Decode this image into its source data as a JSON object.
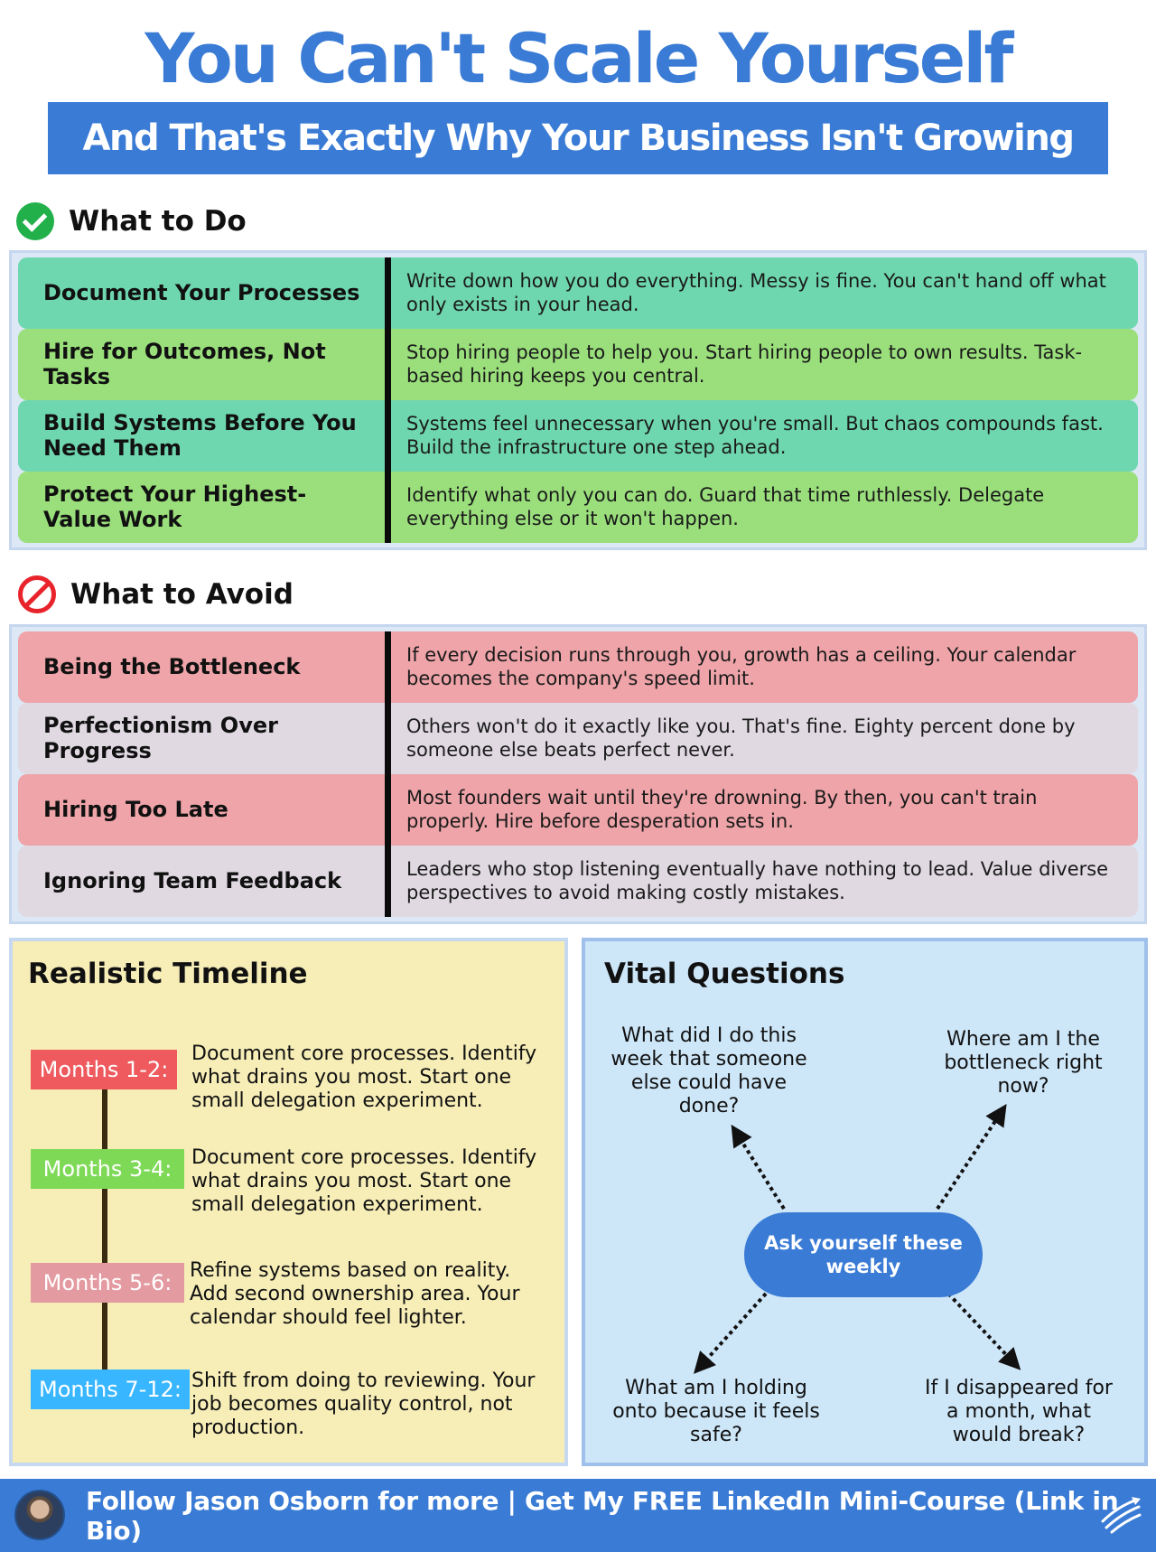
{
  "header": {
    "title": "You Can't Scale Yourself",
    "subtitle": "And That's Exactly Why Your Business Isn't Growing"
  },
  "do_section": {
    "heading": "What to Do",
    "icon": "check-circle-icon",
    "rows": [
      {
        "label": "Document Your Processes",
        "text": "Write down how you do everything. Messy is fine. You can't hand off what only exists in your head.",
        "color": "#6fd7b0"
      },
      {
        "label": "Hire for Outcomes, Not Tasks",
        "text": "Stop hiring people to help you. Start hiring people to own results. Task-based hiring keeps you central.",
        "color": "#9adf7c"
      },
      {
        "label": "Build Systems Before You Need Them",
        "text": "Systems feel unnecessary when you're small. But chaos compounds fast. Build the infrastructure one step ahead.",
        "color": "#6fd7b0"
      },
      {
        "label": "Protect Your Highest-Value Work",
        "text": "Identify what only you can do. Guard that time ruthlessly. Delegate everything else or it won't happen.",
        "color": "#9adf7c"
      }
    ]
  },
  "avoid_section": {
    "heading": "What to Avoid",
    "icon": "prohibited-icon",
    "rows": [
      {
        "label": "Being the Bottleneck",
        "text": "If every decision runs through you, growth has a ceiling. Your calendar becomes the company's speed limit.",
        "color": "#eea4a8"
      },
      {
        "label": "Perfectionism Over Progress",
        "text": "Others won't do it exactly like you. That's fine. Eighty percent done by someone else beats perfect never.",
        "color": "#e0d9e2"
      },
      {
        "label": "Hiring Too Late",
        "text": "Most founders wait until they're drowning. By then, you can't train properly. Hire before desperation sets in.",
        "color": "#eea4a8"
      },
      {
        "label": "Ignoring Team Feedback",
        "text": "Leaders who stop listening eventually have nothing to lead. Value diverse perspectives to avoid making costly mistakes.",
        "color": "#e0d9e2"
      }
    ]
  },
  "timeline": {
    "title": "Realistic Timeline",
    "items": [
      {
        "label": "Months 1-2:",
        "text": "Document core processes. Identify what drains you most. Start one small delegation experiment.",
        "color": "#ee5a5e"
      },
      {
        "label": "Months 3-4:",
        "text": "Document core processes. Identify what drains you most. Start one small delegation experiment.",
        "color": "#7ed957"
      },
      {
        "label": "Months 5-6:",
        "text": "Refine systems based on reality. Add second ownership area. Your calendar should feel lighter.",
        "color": "#e39aa0"
      },
      {
        "label": "Months 7-12:",
        "text": "Shift from doing to reviewing. Your job becomes quality control, not production.",
        "color": "#38b6ff"
      }
    ]
  },
  "vital_questions": {
    "title": "Vital Questions",
    "center": "Ask yourself these weekly",
    "top_left": "What did I do this week that someone else could have done?",
    "top_right": "Where am I the bottleneck right now?",
    "bottom_left": "What am I holding onto because it feels safe?",
    "bottom_right": "If I disappeared for a month, what would break?"
  },
  "footer": {
    "text": "Follow Jason Osborn for more | Get My FREE LinkedIn Mini-Course (Link in Bio)",
    "avatar": "profile-photo",
    "logo": "brand-logo-icon"
  }
}
